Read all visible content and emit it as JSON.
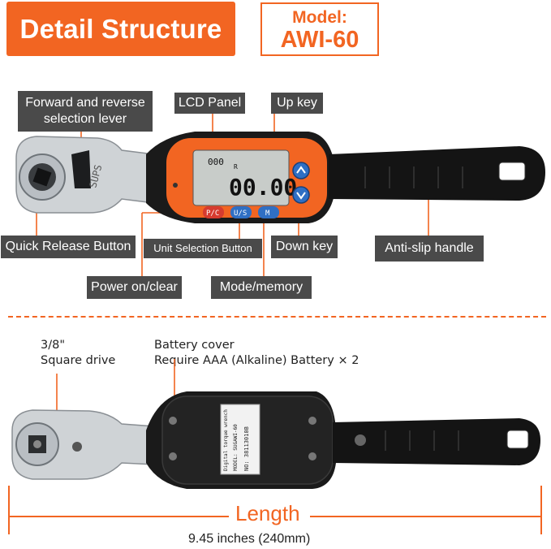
{
  "header": {
    "title": "Detail Structure",
    "model_label": "Model:",
    "model_value": "AWI-60"
  },
  "callouts": {
    "forward_reverse_line1": "Forward and reverse",
    "forward_reverse_line2": "selection lever",
    "lcd_panel": "LCD Panel",
    "up_key": "Up key",
    "quick_release": "Quick Release Button",
    "unit_selection": "Unit Selection Button",
    "down_key": "Down key",
    "anti_slip": "Anti-slip handle",
    "power_on_clear": "Power on/clear",
    "mode_memory": "Mode/memory"
  },
  "lcd": {
    "reading": "00.00",
    "small_reading": "000",
    "unit_marker": "R"
  },
  "buttons": {
    "pc": "P/C",
    "us": "U/S",
    "m": "M"
  },
  "engraving": {
    "brand": "SUPS"
  },
  "bottom": {
    "square_drive_line1": "3/8\"",
    "square_drive_line2": "Square drive",
    "battery_line1": "Battery cover",
    "battery_line2": "Require AAA (Alkaline) Battery × 2",
    "sticker_line1": "Digital torque wrench",
    "sticker_line2": "MODEL: SUGAWI-60",
    "sticker_line3": "NO: 38113010B",
    "length_label": "Length",
    "length_value": "9.45 inches (240mm)"
  },
  "colors": {
    "accent": "#f26522",
    "label_bg": "#4a4a4a",
    "body": "#1a1a1a",
    "lcd": "#c8ccc9"
  }
}
